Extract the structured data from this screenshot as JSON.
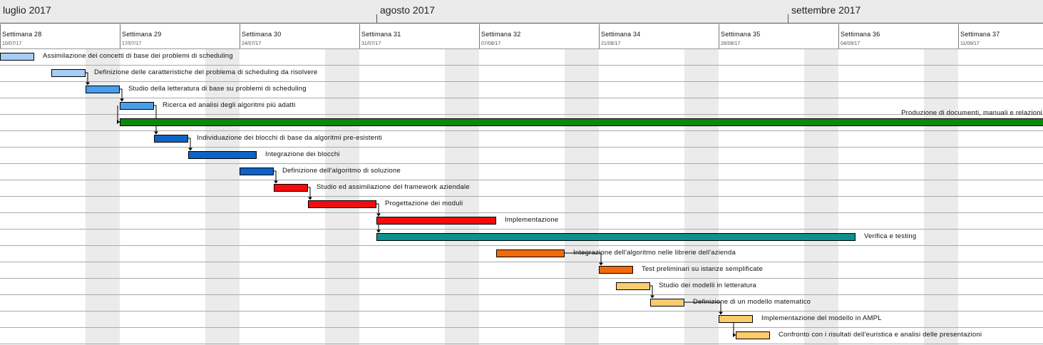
{
  "chart_data": {
    "type": "gantt",
    "months": [
      "luglio 2017",
      "agosto 2017",
      "settembre 2017"
    ],
    "weeks": [
      {
        "label": "Settimana  28",
        "date": "10/07/17"
      },
      {
        "label": "Settimana  29",
        "date": "17/07/17"
      },
      {
        "label": "Settimana  30",
        "date": "24/07/17"
      },
      {
        "label": "Settimana  31",
        "date": "31/07/17"
      },
      {
        "label": "Settimana  32",
        "date": "07/08/17"
      },
      {
        "label": "Settimana  34",
        "date": "21/08/17"
      },
      {
        "label": "Settimana  35",
        "date": "28/08/17"
      },
      {
        "label": "Settimana  36",
        "date": "04/09/17"
      },
      {
        "label": "Settimana  37",
        "date": "11/09/17"
      }
    ],
    "tasks": [
      {
        "name": "Assimilazione dei concetti di base dei problemi di scheduling",
        "start": "2017-07-10",
        "end": "2017-07-11",
        "color": "#a6cdf5",
        "label_side": "right"
      },
      {
        "name": "Definizione delle caratteristiche del problema di scheduling da risolvere",
        "start": "2017-07-13",
        "end": "2017-07-14",
        "color": "#a6cdf5",
        "label_side": "right"
      },
      {
        "name": "Studio della letteratura di base su problemi di scheduling",
        "start": "2017-07-15",
        "end": "2017-07-16",
        "color": "#4a9de8",
        "label_side": "right"
      },
      {
        "name": "Ricerca ed analisi degli algoritmi più adatti",
        "start": "2017-07-17",
        "end": "2017-07-18",
        "color": "#4a9de8",
        "label_side": "right"
      },
      {
        "name": "Produzione di documenti, manuali e relazioni",
        "start": "2017-07-17",
        "end": "2017-09-08",
        "color": "#0a8a0a",
        "label_side": "above-end"
      },
      {
        "name": "Individuazione dei blocchi di base da algoritmi pre-esistenti",
        "start": "2017-07-19",
        "end": "2017-07-20",
        "color": "#0f63c4",
        "label_side": "right"
      },
      {
        "name": "Integrazione dei blocchi",
        "start": "2017-07-21",
        "end": "2017-07-24",
        "color": "#0f63c4",
        "label_side": "right"
      },
      {
        "name": "Definizione dell'algoritmo di soluzione",
        "start": "2017-07-24",
        "end": "2017-07-25",
        "color": "#0f63c4",
        "label_side": "right"
      },
      {
        "name": "Studio ed assimilazione del framework aziendale",
        "start": "2017-07-26",
        "end": "2017-07-27",
        "color": "#f20c0c",
        "label_side": "right"
      },
      {
        "name": "Progettazione dei moduli",
        "start": "2017-07-28",
        "end": "2017-07-31",
        "color": "#f20c0c",
        "label_side": "right"
      },
      {
        "name": "Implementazione",
        "start": "2017-08-01",
        "end": "2017-08-07",
        "color": "#f20c0c",
        "label_side": "right"
      },
      {
        "name": "Verifica e testing",
        "start": "2017-08-01",
        "end": "2017-08-28",
        "color": "#0d918f",
        "label_side": "right"
      },
      {
        "name": "Integrazione dell'algoritmo nelle librerie dell'azienda",
        "start": "2017-08-08",
        "end": "2017-08-11",
        "color": "#f26a0c",
        "label_side": "right"
      },
      {
        "name": "Test preliminari su istanze semplificate",
        "start": "2017-08-14",
        "end": "2017-08-15",
        "color": "#f26a0c",
        "label_side": "right"
      },
      {
        "name": "Studio dei modelli in letteratura",
        "start": "2017-08-15",
        "end": "2017-08-16",
        "color": "#fccb6b",
        "label_side": "right"
      },
      {
        "name": "Definizione di un modello matematico",
        "start": "2017-08-17",
        "end": "2017-08-18",
        "color": "#fccb6b",
        "label_side": "right"
      },
      {
        "name": "Implementazione del modello in AMPL",
        "start": "2017-08-21",
        "end": "2017-08-22",
        "color": "#fccb6b",
        "label_side": "right"
      },
      {
        "name": "Confronto con i risultati dell'euristica e analisi delle presentazioni",
        "start": "2017-08-22",
        "end": "2017-08-23",
        "color": "#fccb6b",
        "label_side": "right"
      }
    ],
    "dependencies": [
      [
        1,
        2
      ],
      [
        2,
        3
      ],
      [
        3,
        4
      ],
      [
        3,
        5
      ],
      [
        5,
        6
      ],
      [
        7,
        8
      ],
      [
        8,
        9
      ],
      [
        9,
        10
      ],
      [
        9,
        11
      ],
      [
        12,
        13
      ],
      [
        14,
        15
      ],
      [
        15,
        16
      ],
      [
        16,
        17
      ]
    ]
  }
}
